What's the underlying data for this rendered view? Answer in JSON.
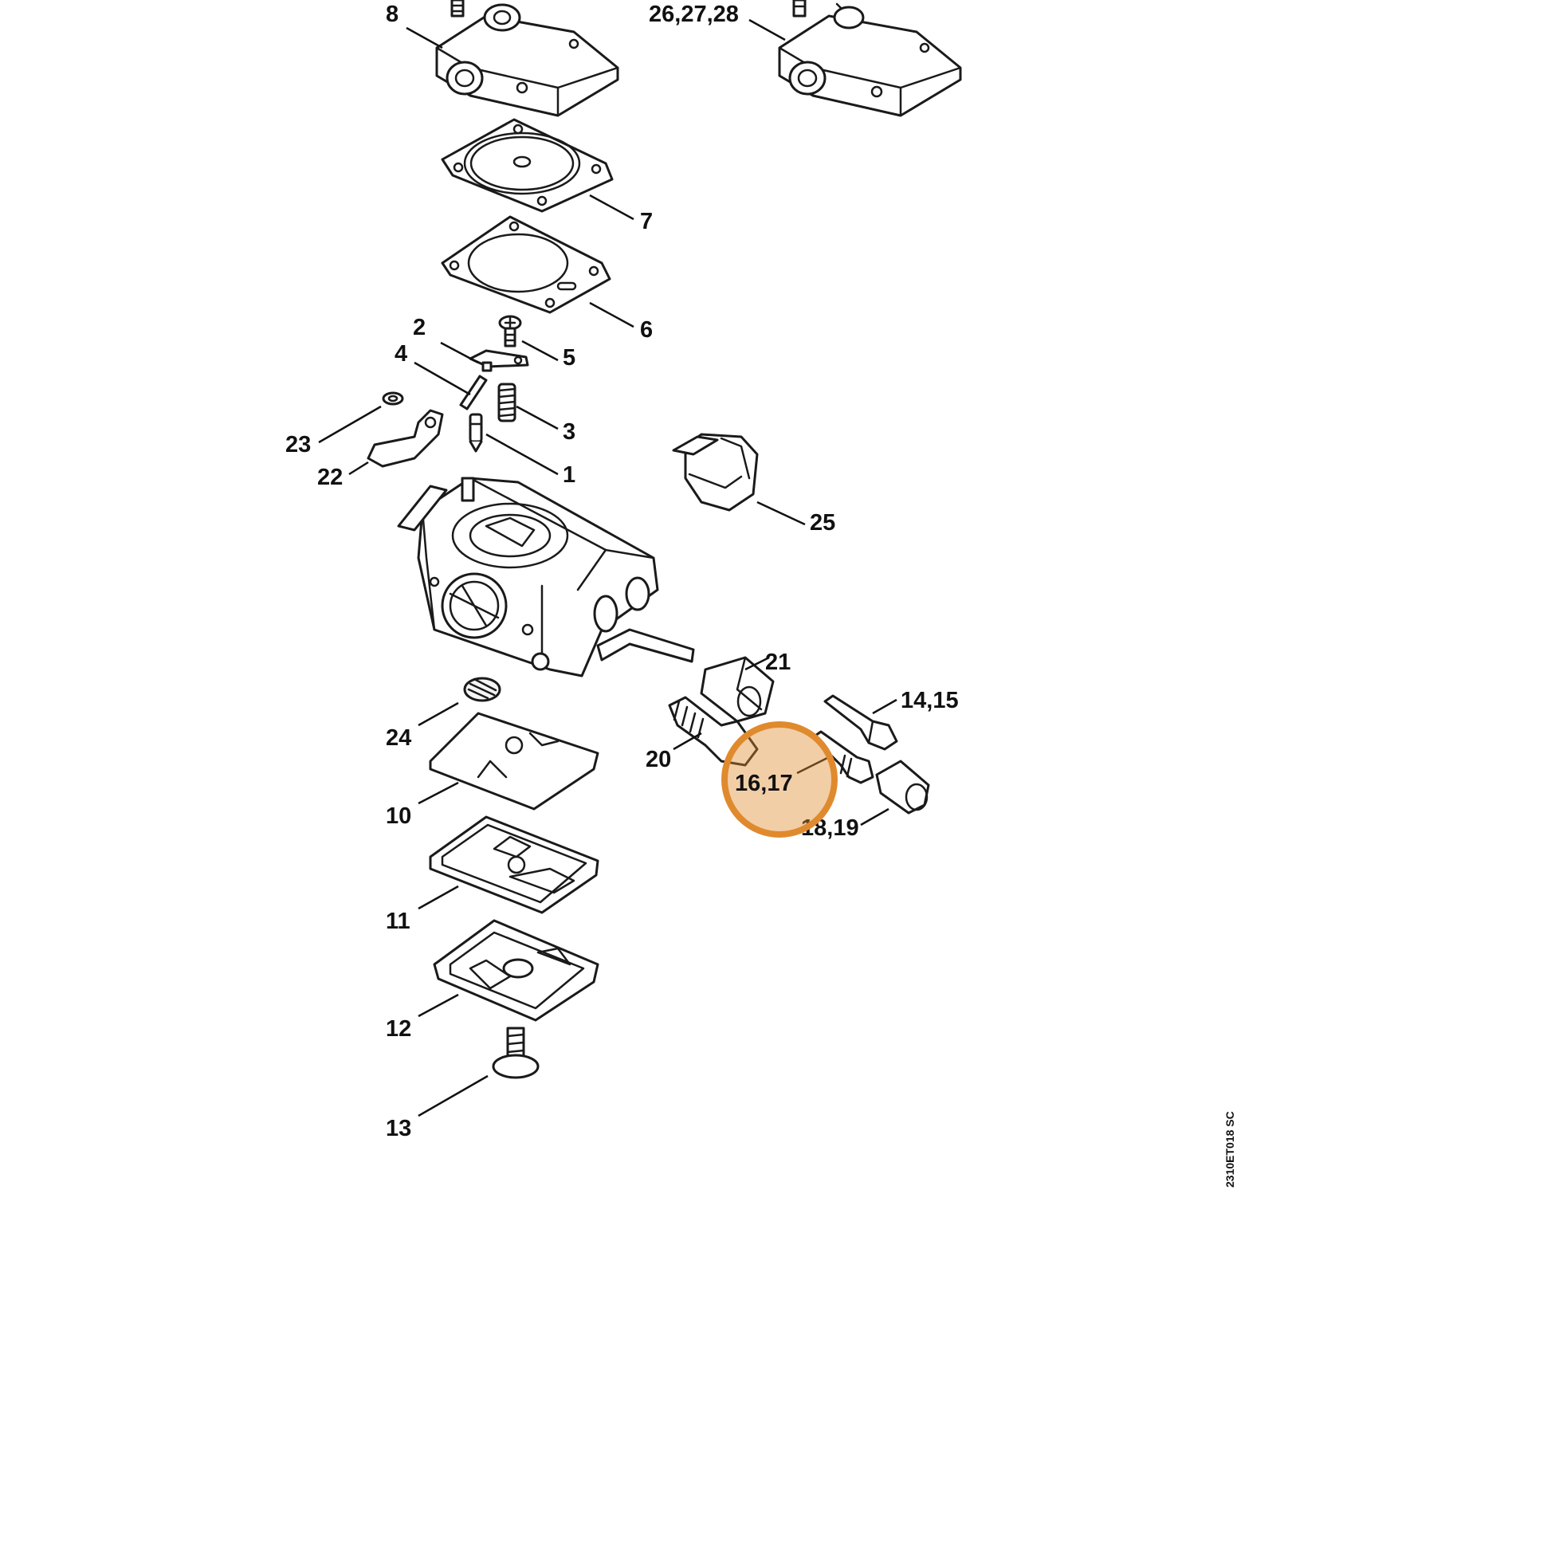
{
  "labels": {
    "l8": "8",
    "l26": "26,27,28",
    "l7": "7",
    "l6": "6",
    "l2": "2",
    "l5": "5",
    "l4": "4",
    "l3": "3",
    "l23": "23",
    "l22": "22",
    "l1": "1",
    "l25": "25",
    "l21": "21",
    "l14": "14,15",
    "l20": "20",
    "l16": "16,17",
    "l18": "18,19",
    "l24": "24",
    "l10": "10",
    "l11": "11",
    "l12": "12",
    "l13": "13"
  },
  "drawing_code": "2310ET018 SC",
  "highlight": {
    "item": "16,17",
    "color": "#E08A2E"
  }
}
